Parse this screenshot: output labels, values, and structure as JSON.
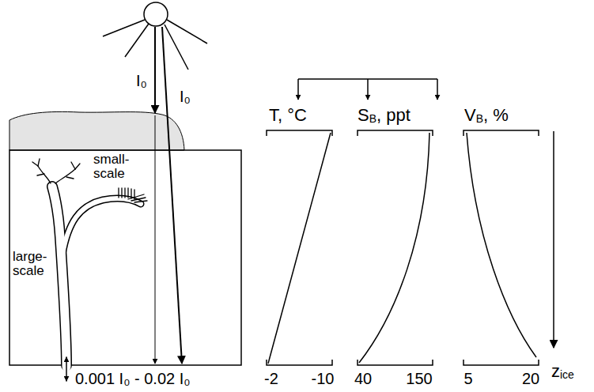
{
  "diagram": {
    "labels": [
      "I₀",
      "I₀",
      "small-scale",
      "large-scale",
      "0.001 I₀ - 0.02 I₀",
      "T, °C",
      "S",
      "B",
      ", ppt",
      "V",
      "B",
      ", %",
      "-2",
      "-10",
      "40",
      "150",
      "5",
      "20",
      "z",
      "ice"
    ]
  }
}
